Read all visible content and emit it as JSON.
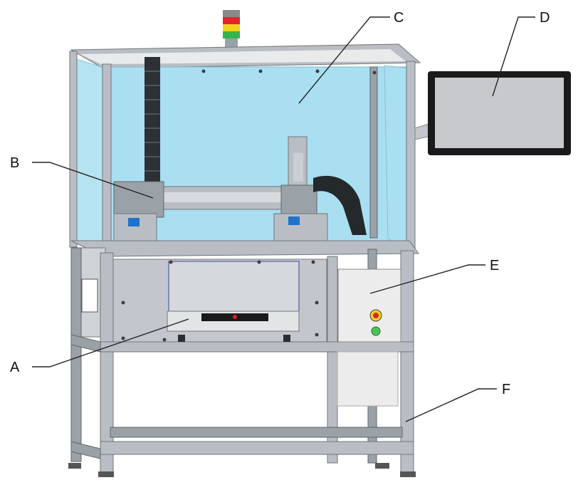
{
  "labels": {
    "a": "A",
    "b": "B",
    "c": "C",
    "d": "D",
    "e": "E",
    "f": "F"
  },
  "colors": {
    "glass": "#a9dff0",
    "frame": "#b8bec3",
    "panel": "#c3c6cc",
    "cabinet": "#ececec",
    "monitor_screen": "#c7c9cc",
    "beacon_red": "#e4242b",
    "beacon_yellow": "#f2d21b",
    "beacon_green": "#36b34a",
    "button_green": "#4cc25a",
    "button_red": "#d8262c"
  }
}
